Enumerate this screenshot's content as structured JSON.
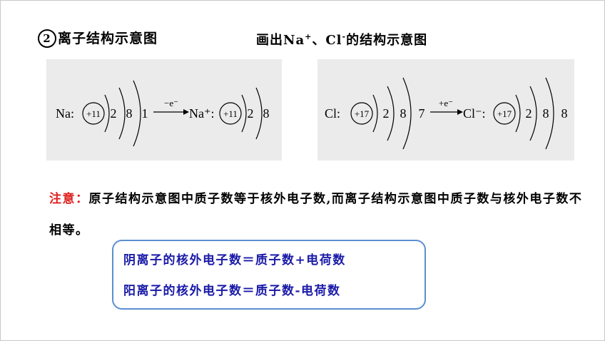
{
  "heading": {
    "number": "2",
    "text": "离子结构示意图"
  },
  "task": {
    "prefix": "画出",
    "ion1": "Na",
    "ion1_charge": "+",
    "separator": "、",
    "ion2": "Cl",
    "ion2_charge": "-",
    "suffix": "的结构示意图"
  },
  "diagram_na": {
    "atom_symbol": "Na:",
    "nucleus": "+11",
    "shells_before": [
      "2",
      "8",
      "1"
    ],
    "arrow_label": "−e⁻",
    "ion_symbol": "Na⁺:",
    "ion_nucleus": "+11",
    "shells_after": [
      "2",
      "8"
    ]
  },
  "diagram_cl": {
    "atom_symbol": "Cl:",
    "nucleus": "+17",
    "shells_before": [
      "2",
      "8",
      "7"
    ],
    "arrow_label": "+e⁻",
    "ion_symbol": "Cl⁻:",
    "ion_nucleus": "+17",
    "shells_after": [
      "2",
      "8",
      "8"
    ]
  },
  "note": {
    "label": "注意：",
    "text": "原子结构示意图中质子数等于核外电子数,而离子结构示意图中质子数与核外电子数不相等。"
  },
  "rules": {
    "anion": "阴离子的核外电子数＝质子数+电荷数",
    "cation": "阳离子的核外电子数＝质子数-电荷数"
  },
  "colors": {
    "note_label": "#e02020",
    "rule_text": "#1a1aa8",
    "rule_border": "#5b8fd0",
    "panel_bg": "#ebebeb"
  }
}
